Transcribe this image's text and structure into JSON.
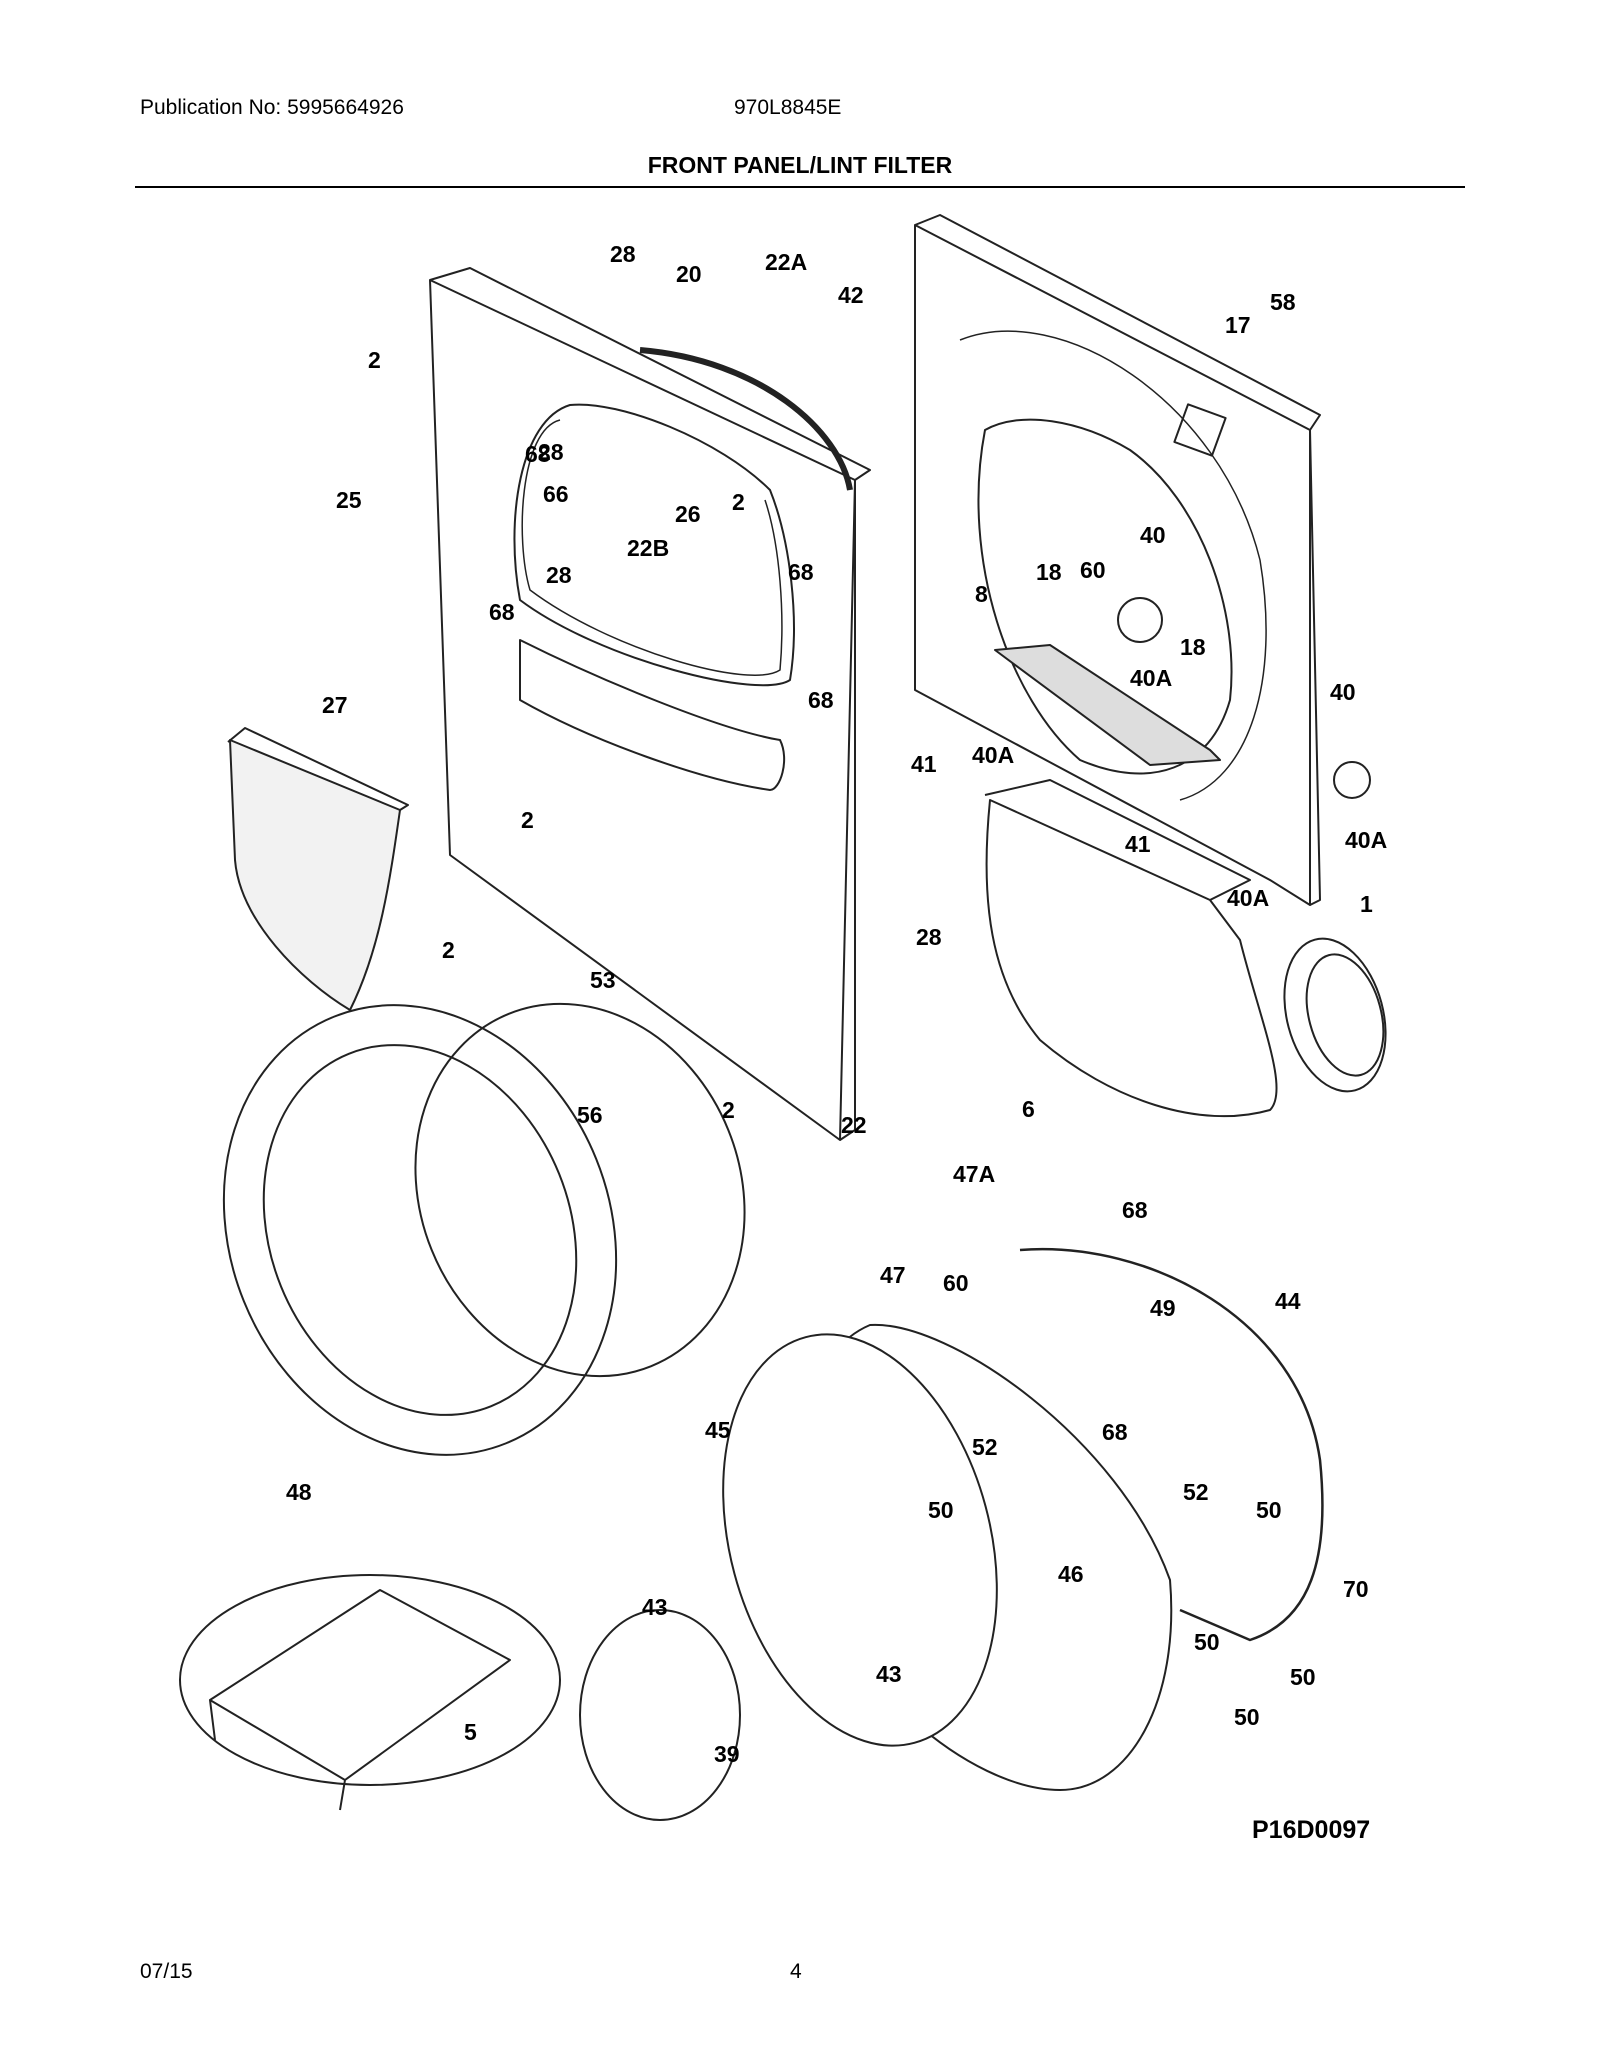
{
  "header": {
    "publication": "Publication No: 5995664926",
    "model": "970L8845E",
    "title": "FRONT PANEL/LINT FILTER"
  },
  "diagram": {
    "drawing_code": "P16D0097",
    "callouts": [
      "28",
      "20",
      "22A",
      "42",
      "58",
      "17",
      "2",
      "68",
      "66",
      "25",
      "28",
      "2",
      "22B",
      "26",
      "68",
      "28",
      "40",
      "18",
      "60",
      "8",
      "18",
      "68",
      "40A",
      "27",
      "40",
      "41",
      "40A",
      "2",
      "68",
      "41",
      "40A",
      "40A",
      "1",
      "2",
      "28",
      "53",
      "2",
      "22",
      "6",
      "56",
      "47A",
      "68",
      "47",
      "60",
      "49",
      "44",
      "52",
      "45",
      "68",
      "52",
      "48",
      "50",
      "50",
      "43",
      "46",
      "70",
      "50",
      "43",
      "50",
      "5",
      "39",
      "50"
    ]
  },
  "footer": {
    "date": "07/15",
    "page": "4"
  }
}
